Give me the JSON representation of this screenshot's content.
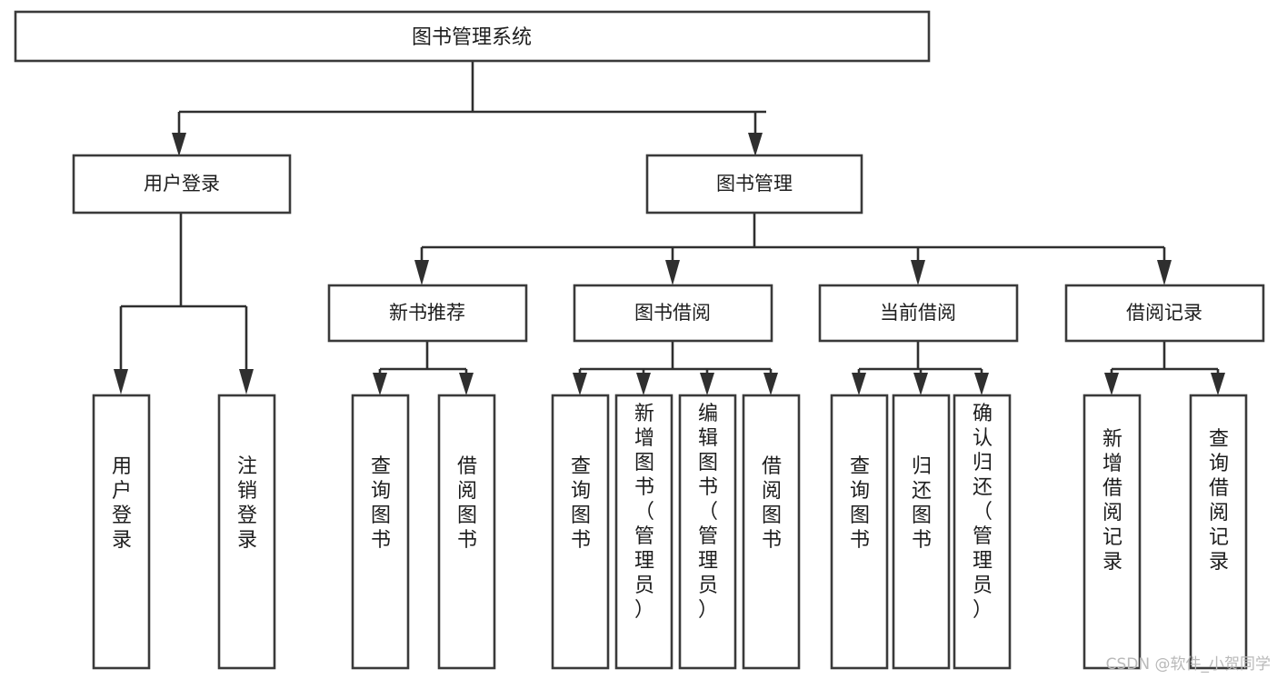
{
  "diagram": {
    "title": "图书管理系统",
    "type": "tree",
    "orientation": "top-down",
    "colors": {
      "background": "#ffffff",
      "box_stroke": "#3a3a3a",
      "box_fill": "#ffffff",
      "connector": "#2f2f2f",
      "text": "#1d1d1d",
      "watermark": "#b9b9b9"
    },
    "root": {
      "id": "root",
      "label": "图书管理系统",
      "orientation": "horizontal"
    },
    "level2": [
      {
        "id": "user-login",
        "label": "用户登录",
        "orientation": "horizontal"
      },
      {
        "id": "book-management",
        "label": "图书管理",
        "orientation": "horizontal"
      }
    ],
    "level3": [
      {
        "id": "new-book-recommend",
        "label": "新书推荐",
        "parent": "book-management",
        "orientation": "horizontal"
      },
      {
        "id": "book-borrow",
        "label": "图书借阅",
        "parent": "book-management",
        "orientation": "horizontal"
      },
      {
        "id": "current-borrow",
        "label": "当前借阅",
        "parent": "book-management",
        "orientation": "horizontal"
      },
      {
        "id": "borrow-record",
        "label": "借阅记录",
        "parent": "book-management",
        "orientation": "horizontal"
      }
    ],
    "leaves": [
      {
        "id": "leaf-user-login",
        "label": "用户登录",
        "parent": "user-login",
        "orientation": "vertical"
      },
      {
        "id": "leaf-user-logout",
        "label": "注销登录",
        "parent": "user-login",
        "orientation": "vertical"
      },
      {
        "id": "leaf-rec-query-book",
        "label": "查询图书",
        "parent": "new-book-recommend",
        "orientation": "vertical"
      },
      {
        "id": "leaf-rec-borrow-book",
        "label": "借阅图书",
        "parent": "new-book-recommend",
        "orientation": "vertical"
      },
      {
        "id": "leaf-borrow-query-book",
        "label": "查询图书",
        "parent": "book-borrow",
        "orientation": "vertical"
      },
      {
        "id": "leaf-borrow-add-book",
        "label": "新增图书（管理员）",
        "parent": "book-borrow",
        "orientation": "vertical"
      },
      {
        "id": "leaf-borrow-edit-book",
        "label": "编辑图书（管理员）",
        "parent": "book-borrow",
        "orientation": "vertical"
      },
      {
        "id": "leaf-borrow-borrow-book",
        "label": "借阅图书",
        "parent": "book-borrow",
        "orientation": "vertical"
      },
      {
        "id": "leaf-current-query-book",
        "label": "查询图书",
        "parent": "current-borrow",
        "orientation": "vertical"
      },
      {
        "id": "leaf-current-return-book",
        "label": "归还图书",
        "parent": "current-borrow",
        "orientation": "vertical"
      },
      {
        "id": "leaf-current-confirm-return",
        "label": "确认归还（管理员）",
        "parent": "current-borrow",
        "orientation": "vertical"
      },
      {
        "id": "leaf-record-add",
        "label": "新增借阅记录",
        "parent": "borrow-record",
        "orientation": "vertical"
      },
      {
        "id": "leaf-record-query",
        "label": "查询借阅记录",
        "parent": "borrow-record",
        "orientation": "vertical"
      }
    ],
    "watermark": "CSDN @软件_小贺同学"
  }
}
